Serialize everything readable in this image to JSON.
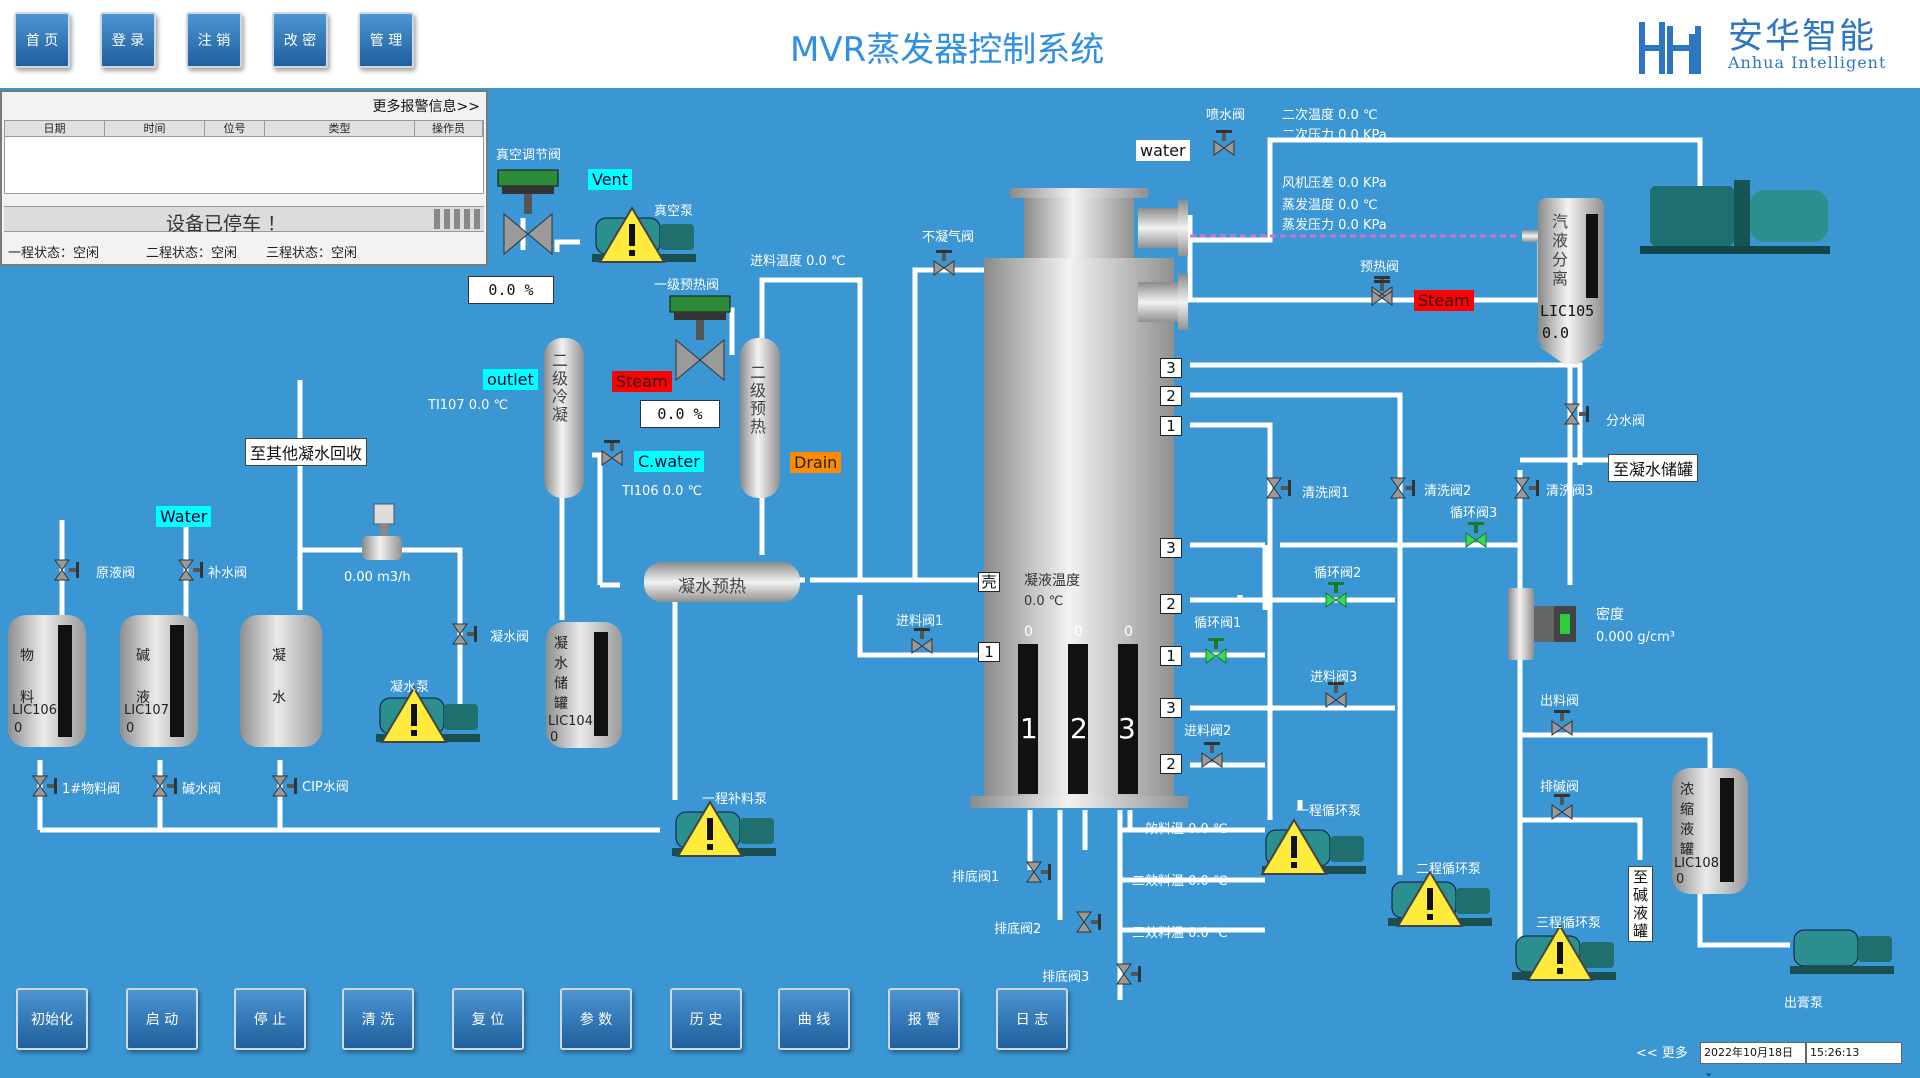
{
  "nav": {
    "home": "首 页",
    "login": "登 录",
    "logout": "注 销",
    "change_pwd": "改 密",
    "manage": "管 理"
  },
  "app_title": "MVR蒸发器控制系统",
  "logo": {
    "cn": "安华智能",
    "en": "Anhua Intelligent"
  },
  "alarm": {
    "more": "更多报警信息>>",
    "columns": [
      "日期",
      "时间",
      "位号",
      "类型",
      "操作员"
    ],
    "banner": "设备已停车 ！",
    "status1": "一程状态：空闲",
    "status2": "二程状态：空闲",
    "status3": "三程状态：空闲"
  },
  "valves": {
    "vacuum_reg": "真空调节阀",
    "pre1": "一级预热阀",
    "noncond": "不凝气阀",
    "spray": "喷水阀",
    "preheat": "预热阀",
    "sep": "分水阀",
    "raw": "原液阀",
    "makeup": "补水阀",
    "cond_water": "凝水阀",
    "mat1": "1#物料阀",
    "alkali": "碱水阀",
    "cip": "CIP水阀",
    "feed1": "进料阀1",
    "feed2": "进料阀2",
    "feed3": "进料阀3",
    "drain1": "排底阀1",
    "drain2": "排底阀2",
    "drain3": "排底阀3",
    "wash1": "清洗阀1",
    "wash2": "清洗阀2",
    "wash3": "清洗阀3",
    "circ1": "循环阀1",
    "circ2": "循环阀2",
    "circ3": "循环阀3",
    "out": "出料阀",
    "alk_valve": "排碱阀"
  },
  "pumps": {
    "vacuum": "真空泵",
    "cond": "凝水泵",
    "feed1": "一程补料泵",
    "circ1": "一程循环泵",
    "circ2": "二程循环泵",
    "circ3": "三程循环泵",
    "out": "出膏泵"
  },
  "tags": {
    "vent": "Vent",
    "outlet": "outlet",
    "steam1": "Steam",
    "steam2": "Steam",
    "cwater": "C.water",
    "drain": "Drain",
    "water1": "Water",
    "water2": "water",
    "other": "至其他凝水回收",
    "to_cond": "至凝水储罐",
    "to_alk": "至\n碱\n液\n罐"
  },
  "equip": {
    "cooler": "二级冷凝",
    "pre2": "二级预热",
    "cond_pre": "凝水预热",
    "separator": "汽液分离",
    "shell": "壳"
  },
  "tanks": {
    "mat": {
      "name": "物\n料",
      "id": "LIC106",
      "val": "0"
    },
    "alk": {
      "name": "碱\n液",
      "id": "LIC107",
      "val": "0"
    },
    "cond": {
      "name": "凝\n水"
    },
    "store": {
      "name": "凝\n水\n储\n罐",
      "id": "LIC104",
      "val": "0"
    },
    "conc": {
      "name": "浓\n缩\n液\n罐",
      "id": "LIC108",
      "val": "0"
    },
    "sep": {
      "id": "LIC105",
      "val": "0.0"
    }
  },
  "readings": {
    "vac_pct": "0.0  %",
    "pre_pct": "0.0  %",
    "feed_temp": "进料温度  0.0      ℃",
    "ti107": "TI107  0.0      ℃",
    "ti106": "TI106   0.0      ℃",
    "flow": "0.00       m3/h",
    "sec_temp": "二次温度    0.0        ℃",
    "sec_press": "二次压力    0.0        KPa",
    "fan_press": "风机压差    0.0        KPa",
    "evap_temp": "蒸发温度    0.0        ℃",
    "evap_press": "蒸发压力    0.0        KPa",
    "cond_temp": "凝液温度",
    "cond_temp_val": "0.0        ℃",
    "density": "密度",
    "density_val": "0.000    g/cm³",
    "t1": "一效料温    0.0      ℃",
    "t2": "二效料温    0.0      ℃",
    "t3": "三效料温    0.0      ℃",
    "col_zero": [
      "0",
      "0",
      "0"
    ],
    "col_num": [
      "1",
      "2",
      "3"
    ]
  },
  "controls": [
    "初始化",
    "启 动",
    "停 止",
    "清 洗",
    "复 位",
    "参 数",
    "历 史",
    "曲 线",
    "报 警",
    "日 志"
  ],
  "footer": {
    "more": "<< 更多",
    "date": "2022年10月18日  ⌄",
    "time": "15:26:13"
  }
}
